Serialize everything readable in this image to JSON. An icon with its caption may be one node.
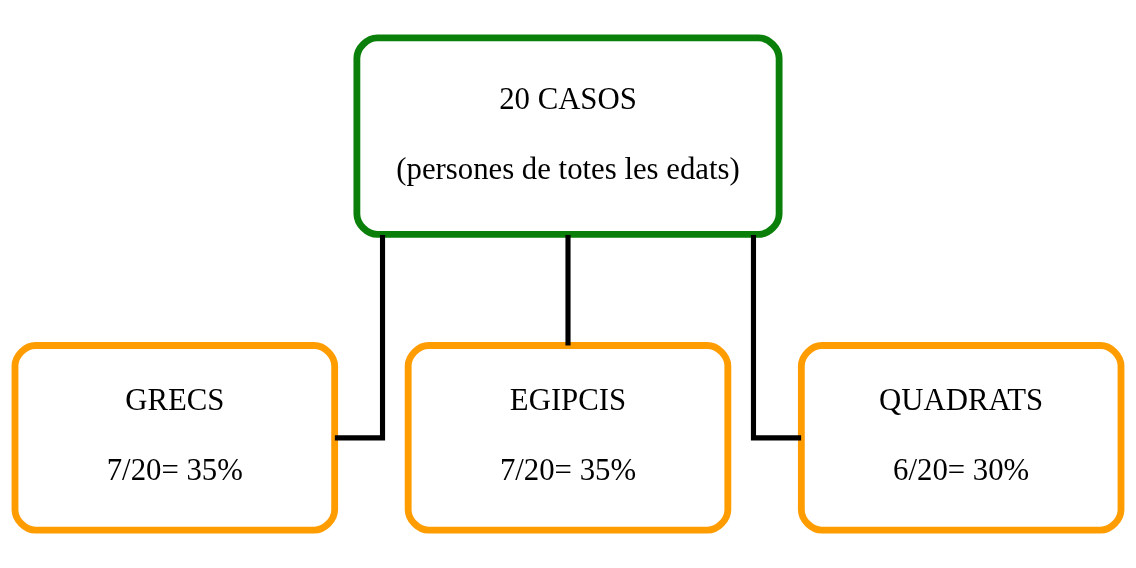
{
  "diagram": {
    "nodes": [
      {
        "text": [
          "20 CASOS",
          "(persones de totes les edats)"
        ]
      },
      {
        "text": [
          "GRECS",
          "7/20= 35%"
        ]
      },
      {
        "text": [
          "EGIPCIS",
          "7/20= 35%"
        ]
      },
      {
        "text": [
          "QUADRATS",
          "6/20= 30%"
        ]
      }
    ],
    "edges": [
      {
        "from": 0,
        "to": 1,
        "arrow": "none"
      },
      {
        "from": 0,
        "to": 2,
        "arrow": "none"
      },
      {
        "from": 0,
        "to": 3,
        "arrow": "none"
      }
    ]
  }
}
